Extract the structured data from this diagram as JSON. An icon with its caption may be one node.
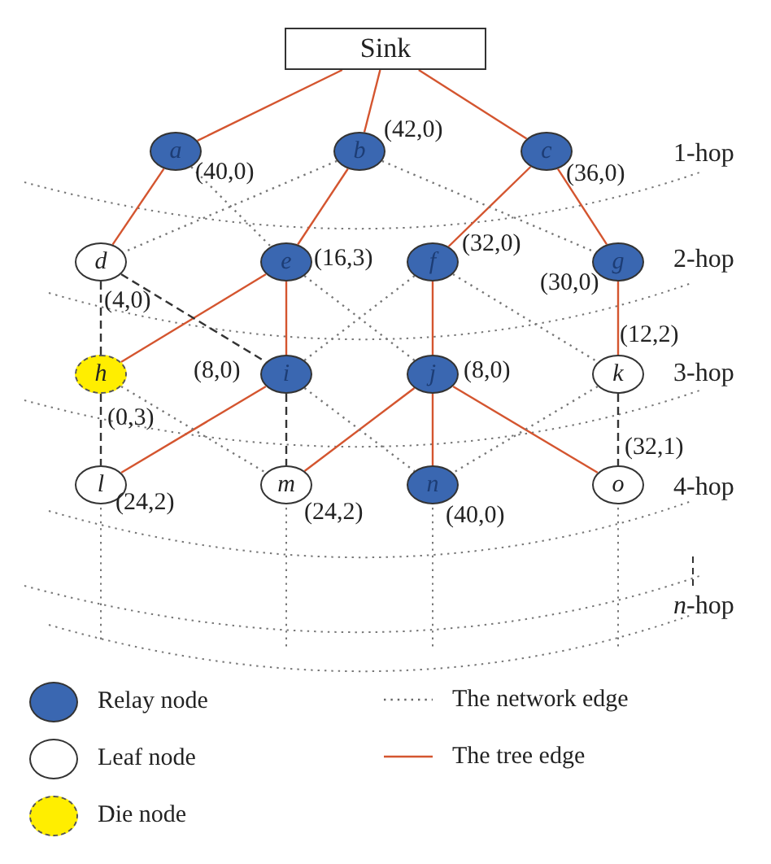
{
  "diagram": {
    "nodes": [
      {
        "text": [
          "Sink"
        ]
      },
      {
        "text": [
          "a"
        ],
        "beside": [
          "(40,0)"
        ]
      },
      {
        "text": [
          "b"
        ],
        "beside": [
          "(42,0)"
        ]
      },
      {
        "text": [
          "c"
        ],
        "beside": [
          "(36,0)"
        ]
      },
      {
        "text": [
          "d"
        ],
        "beside": [
          "(4,0)"
        ]
      },
      {
        "text": [
          "e"
        ],
        "beside": [
          "(16,3)"
        ]
      },
      {
        "text": [
          "f"
        ],
        "beside": [
          "(32,0)"
        ]
      },
      {
        "text": [
          "g"
        ],
        "beside": [
          "(30,0)"
        ]
      },
      {
        "text": [
          "h"
        ],
        "beside": [
          "(0,3)"
        ]
      },
      {
        "text": [
          "i"
        ],
        "beside": [
          "(8,0)"
        ]
      },
      {
        "text": [
          "j"
        ],
        "beside": [
          "(8,0)"
        ]
      },
      {
        "text": [
          "k"
        ],
        "beside": [
          "(12,2)"
        ]
      },
      {
        "text": [
          "l"
        ],
        "beside": [
          "(24,2)"
        ]
      },
      {
        "text": [
          "m"
        ],
        "beside": [
          "(24,2)"
        ]
      },
      {
        "text": [
          "n"
        ],
        "beside": [
          "(40,0)"
        ]
      },
      {
        "text": [
          "o"
        ],
        "beside": [
          "(32,1)"
        ]
      }
    ],
    "edges": [
      {
        "from": 0,
        "to": 1,
        "arrow": "none"
      },
      {
        "from": 0,
        "to": 2,
        "arrow": "none"
      },
      {
        "from": 0,
        "to": 3,
        "arrow": "none"
      },
      {
        "from": 1,
        "to": 4,
        "arrow": "none"
      },
      {
        "from": 2,
        "to": 5,
        "arrow": "none"
      },
      {
        "from": 3,
        "to": 6,
        "arrow": "none"
      },
      {
        "from": 3,
        "to": 7,
        "arrow": "none"
      },
      {
        "from": 5,
        "to": 8,
        "arrow": "none"
      },
      {
        "from": 5,
        "to": 9,
        "arrow": "none"
      },
      {
        "from": 6,
        "to": 10,
        "arrow": "none"
      },
      {
        "from": 7,
        "to": 11,
        "arrow": "none"
      },
      {
        "from": 9,
        "to": 12,
        "arrow": "none"
      },
      {
        "from": 10,
        "to": 13,
        "arrow": "none"
      },
      {
        "from": 10,
        "to": 14,
        "arrow": "none"
      },
      {
        "from": 10,
        "to": 15,
        "arrow": "none"
      },
      {
        "from": 4,
        "to": 8,
        "arrow": "none",
        "style": "dashed",
        "color": "#333333"
      },
      {
        "from": 4,
        "to": 9,
        "arrow": "none",
        "style": "dashed",
        "color": "#333333"
      },
      {
        "from": 8,
        "to": 12,
        "arrow": "none",
        "style": "dashed",
        "color": "#333333"
      },
      {
        "from": 9,
        "to": 13,
        "arrow": "none",
        "style": "dashed",
        "color": "#333333"
      },
      {
        "from": 11,
        "to": 15,
        "arrow": "none",
        "style": "dashed",
        "color": "#333333"
      },
      {
        "from": 1,
        "to": 5,
        "arrow": "none",
        "style": "dashed",
        "color": "#777777"
      },
      {
        "from": 2,
        "to": 4,
        "arrow": "none",
        "style": "dashed",
        "color": "#777777"
      },
      {
        "from": 2,
        "to": 7,
        "arrow": "none",
        "style": "dashed",
        "color": "#777777"
      },
      {
        "from": 5,
        "to": 10,
        "arrow": "none",
        "style": "dashed",
        "color": "#777777"
      },
      {
        "from": 6,
        "to": 9,
        "arrow": "none",
        "style": "dashed",
        "color": "#777777"
      },
      {
        "from": 6,
        "to": 11,
        "arrow": "none",
        "style": "dashed",
        "color": "#777777"
      },
      {
        "from": 8,
        "to": 13,
        "arrow": "none",
        "style": "dashed",
        "color": "#777777"
      },
      {
        "from": 9,
        "to": 14,
        "arrow": "none",
        "style": "dashed",
        "color": "#777777"
      },
      {
        "from": 11,
        "to": 14,
        "arrow": "none",
        "style": "dashed",
        "color": "#777777"
      }
    ],
    "labels": [
      "1-hop",
      "2-hop",
      "3-hop",
      "4-hop",
      "*n*-hop"
    ],
    "legend": [
      {
        "text": "Relay node",
        "color": "#3a67b1"
      },
      {
        "text": "Leaf node",
        "color": "#ffffff"
      },
      {
        "text": "Die node",
        "color": "#ffee00"
      },
      {
        "text": "The network edge"
      },
      {
        "text": "The tree edge"
      }
    ]
  }
}
